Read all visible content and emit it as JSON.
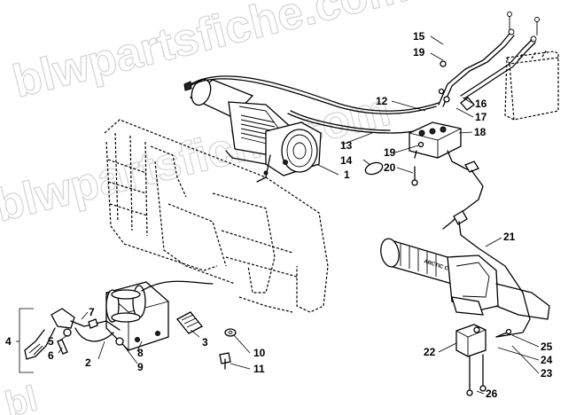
{
  "watermark": {
    "text_top": "blwpartsfiche.com",
    "text_middle": "blwpartsfiche.com",
    "text_bottom": "bl"
  },
  "callouts": [
    {
      "id": "c1",
      "label": "1"
    },
    {
      "id": "c2",
      "label": "2"
    },
    {
      "id": "c3",
      "label": "3"
    },
    {
      "id": "c4",
      "label": "4"
    },
    {
      "id": "c5",
      "label": "5"
    },
    {
      "id": "c6",
      "label": "6"
    },
    {
      "id": "c7",
      "label": "7"
    },
    {
      "id": "c8",
      "label": "8"
    },
    {
      "id": "c9",
      "label": "9"
    },
    {
      "id": "c10",
      "label": "10"
    },
    {
      "id": "c11",
      "label": "11"
    },
    {
      "id": "c12",
      "label": "12"
    },
    {
      "id": "c13",
      "label": "13"
    },
    {
      "id": "c14",
      "label": "14"
    },
    {
      "id": "c15",
      "label": "15"
    },
    {
      "id": "c16",
      "label": "16"
    },
    {
      "id": "c17",
      "label": "17"
    },
    {
      "id": "c18",
      "label": "18"
    },
    {
      "id": "c19a",
      "label": "19"
    },
    {
      "id": "c19b",
      "label": "19"
    },
    {
      "id": "c20",
      "label": "20"
    },
    {
      "id": "c21",
      "label": "21"
    },
    {
      "id": "c22",
      "label": "22"
    },
    {
      "id": "c23",
      "label": "23"
    },
    {
      "id": "c24",
      "label": "24"
    },
    {
      "id": "c25",
      "label": "25"
    },
    {
      "id": "c26",
      "label": "26"
    }
  ],
  "handlebar_imprint": "ARCTIC CAT"
}
